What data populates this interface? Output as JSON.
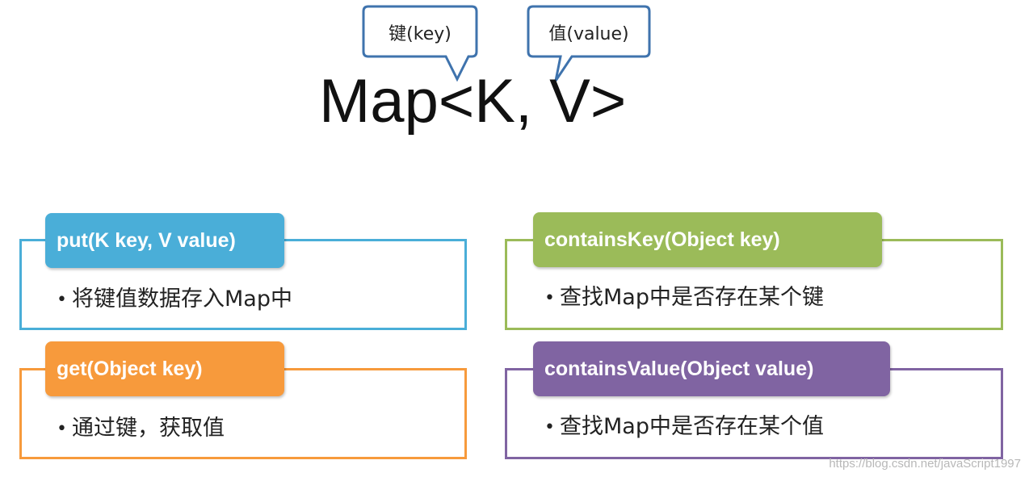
{
  "title": "Map<K, V>",
  "callouts": {
    "key": "键(key)",
    "value": "值(value)"
  },
  "cards": [
    {
      "method": "put(K key, V value)",
      "description": "将键值数据存入Map中",
      "color": "#4aaed8"
    },
    {
      "method": "get(Object key)",
      "description": "通过键，获取值",
      "color": "#f79a3c"
    },
    {
      "method": "containsKey(Object key)",
      "description": "查找Map中是否存在某个键",
      "color": "#9bbb59"
    },
    {
      "method": "containsValue(Object value)",
      "description": "查找Map中是否存在某个值",
      "color": "#8064a2"
    }
  ],
  "watermark": "https://blog.csdn.net/javaScript1997"
}
